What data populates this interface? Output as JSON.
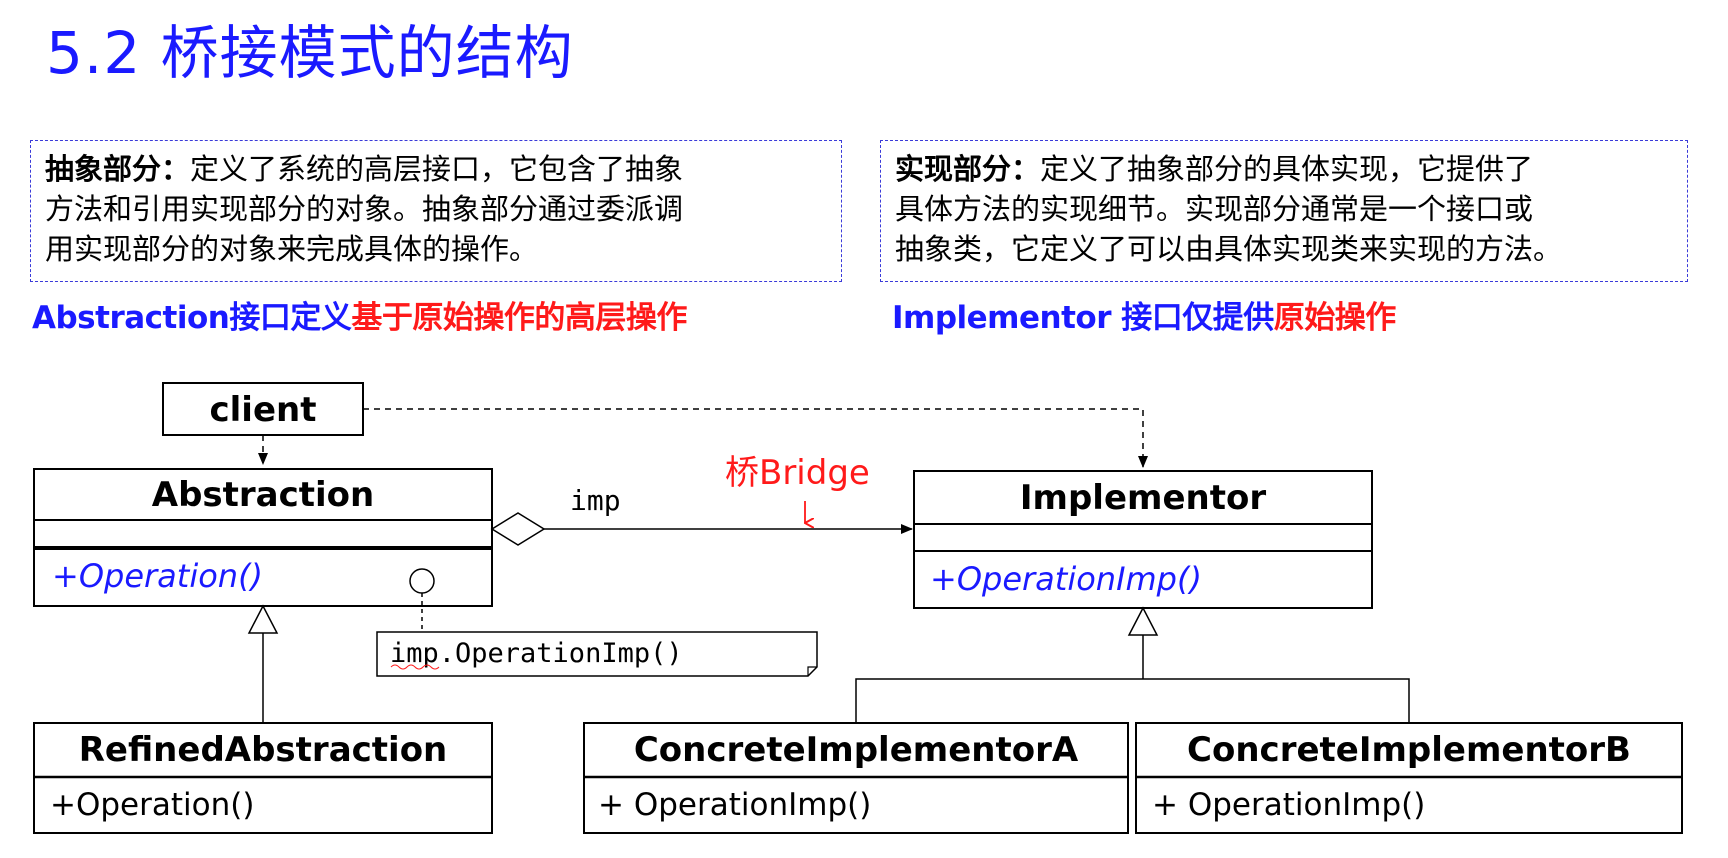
{
  "title": "5.2 桥接模式的结构",
  "abstraction_desc": {
    "heading": "抽象部分：",
    "line1": "定义了系统的高层接口，它包含了抽象",
    "line2": "方法和引用实现部分的对象。抽象部分通过委派调",
    "line3": "用实现部分的对象来完成具体的操作。"
  },
  "implementor_desc": {
    "heading": "实现部分：",
    "line1": "定义了抽象部分的具体实现，它提供了",
    "line2": "具体方法的实现细节。实现部分通常是一个接口或",
    "line3": "抽象类，它定义了可以由具体实现类来实现的方法。"
  },
  "notes": {
    "left_blue": "Abstraction接口定义",
    "left_red": "基于原始操作的高层操作",
    "right_blue": "Implementor 接口仅提供",
    "right_red": "原始操作"
  },
  "diagram": {
    "client": "client",
    "abstraction": {
      "name": "Abstraction",
      "operation": "+Operation()"
    },
    "implementor": {
      "name": "Implementor",
      "operation": "+OperationImp()"
    },
    "refined": {
      "name": "RefinedAbstraction",
      "operation": "+Operation()"
    },
    "concrete_a": {
      "name": "ConcreteImplementorA",
      "operation": "+ OperationImp()"
    },
    "concrete_b": {
      "name": "ConcreteImplementorB",
      "operation": "+ OperationImp()"
    },
    "imp_label": "imp",
    "bridge_label": "桥Bridge",
    "note_text": "imp.OperationImp()",
    "colors": {
      "blue": "#1a1aff",
      "red": "#ff1a1a",
      "line": "#000000"
    }
  }
}
